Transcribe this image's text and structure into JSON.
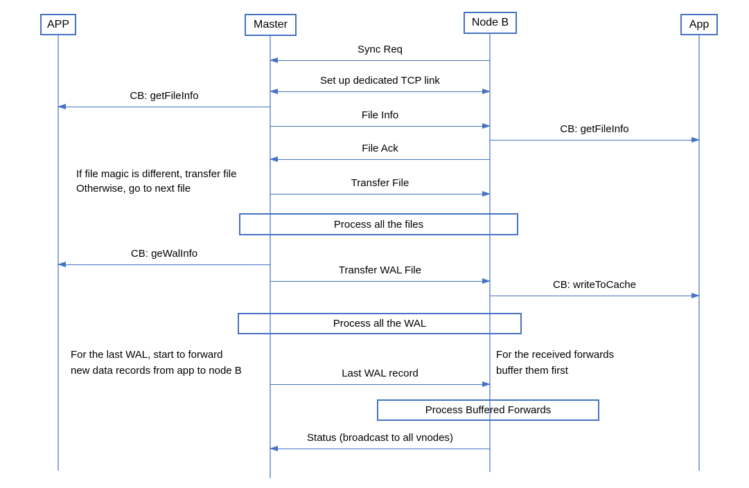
{
  "diagram": {
    "actors": [
      {
        "label": "APP"
      },
      {
        "label": "Master"
      },
      {
        "label": "Node B"
      },
      {
        "label": "App"
      }
    ],
    "messages": [
      {
        "label": "Sync Req",
        "from": "Node B",
        "to": "Master",
        "direction": "left"
      },
      {
        "label": "Set up dedicated TCP link",
        "from": "Master",
        "to": "Node B",
        "direction": "both"
      },
      {
        "label": "CB: getFileInfo",
        "from": "Master",
        "to": "APP",
        "direction": "left"
      },
      {
        "label": "File Info",
        "from": "Master",
        "to": "Node B",
        "direction": "right"
      },
      {
        "label": "CB: getFileInfo",
        "from": "Node B",
        "to": "App",
        "direction": "right"
      },
      {
        "label": "File Ack",
        "from": "Node B",
        "to": "Master",
        "direction": "left"
      },
      {
        "label": "Transfer File",
        "from": "Master",
        "to": "Node B",
        "direction": "right"
      },
      {
        "label": "CB: geWalInfo",
        "from": "Master",
        "to": "APP",
        "direction": "left"
      },
      {
        "label": "Transfer WAL File",
        "from": "Master",
        "to": "Node B",
        "direction": "right"
      },
      {
        "label": "CB: writeToCache",
        "from": "Node B",
        "to": "App",
        "direction": "right"
      },
      {
        "label": "Last WAL record",
        "from": "Master",
        "to": "Node B",
        "direction": "right"
      },
      {
        "label": "Status (broadcast to all vnodes)",
        "from": "Node B",
        "to": "Master",
        "direction": "left"
      }
    ],
    "process_boxes": [
      {
        "label": "Process all the files"
      },
      {
        "label": "Process all the WAL"
      },
      {
        "label": "Process Buffered Forwards"
      }
    ],
    "notes": [
      {
        "text": "If file magic is different, transfer file\nOtherwise, go to next file"
      },
      {
        "text": "For the last WAL, start to forward\nnew data records from app to node B"
      },
      {
        "text": "For the received forwards\nbuffer them first"
      }
    ],
    "colors": {
      "line": "#4472C4",
      "lifeline": "#8FAADC",
      "text": "#000000"
    }
  }
}
